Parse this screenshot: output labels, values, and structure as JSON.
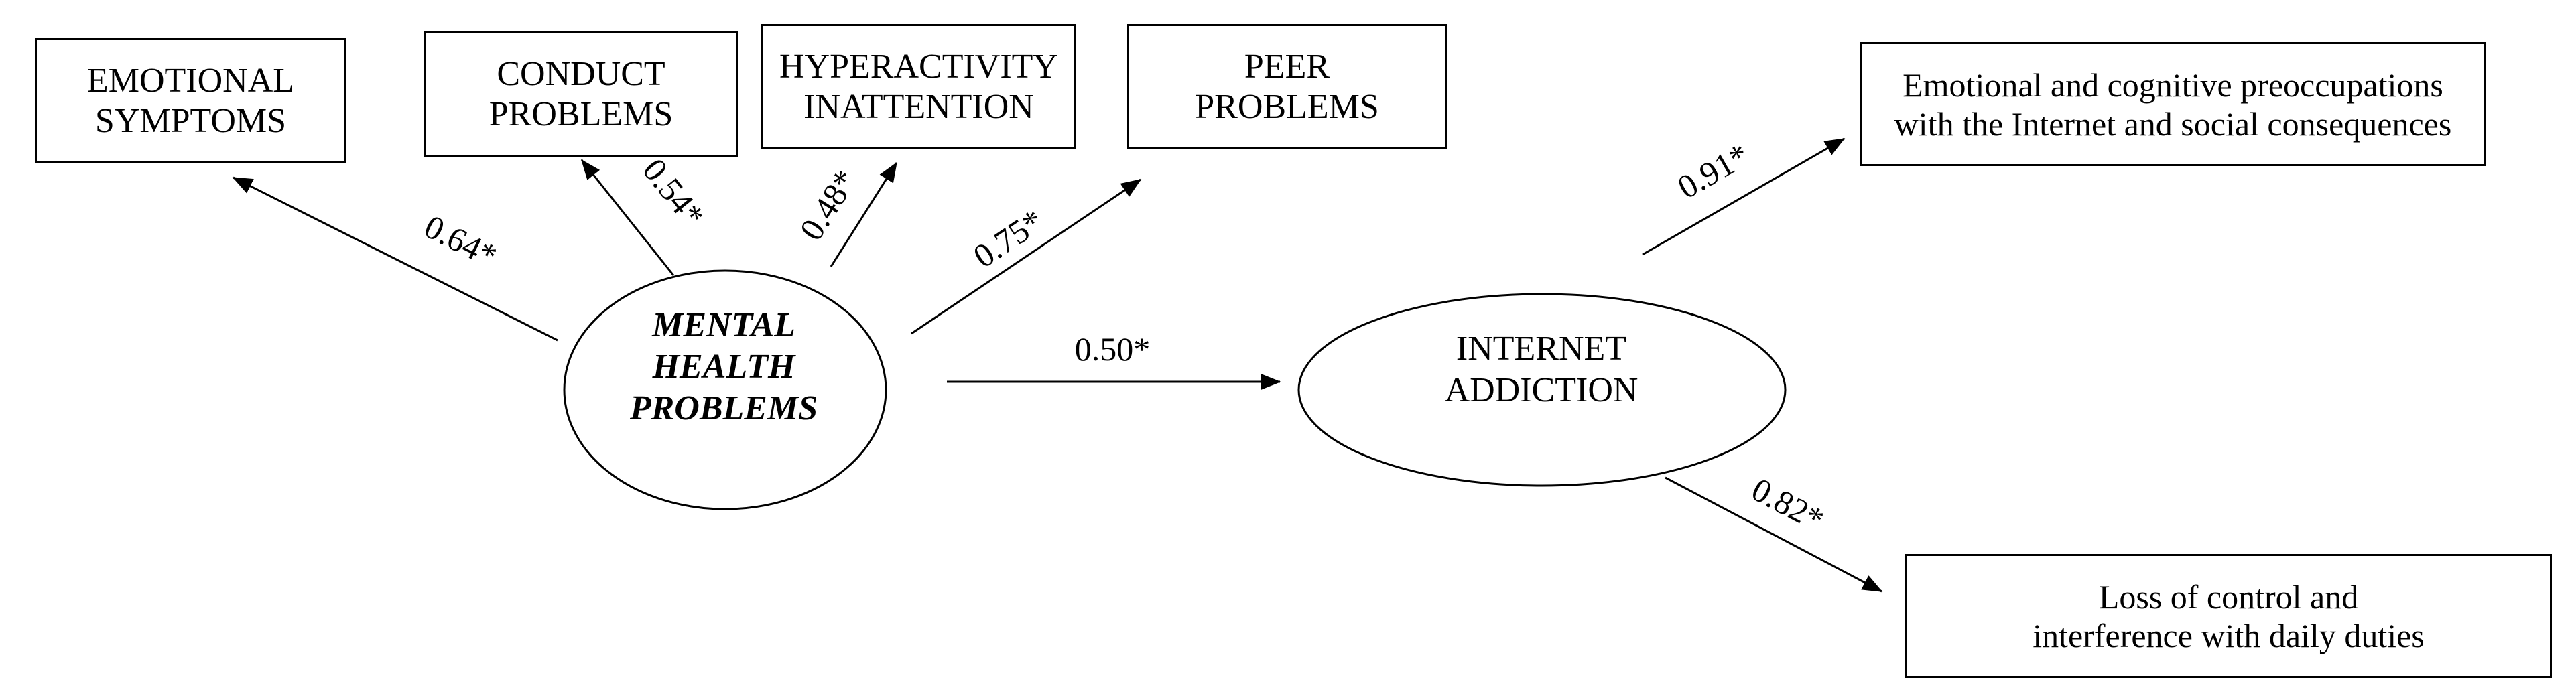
{
  "nodes": {
    "emotional_symptoms": "EMOTIONAL\nSYMPTOMS",
    "conduct_problems": "CONDUCT\nPROBLEMS",
    "hyperactivity": "HYPERACTIVITY\nINATTENTION",
    "peer_problems": "PEER\nPROBLEMS",
    "mental_health": "MENTAL\nHEALTH\nPROBLEMS",
    "internet_addiction": "INTERNET\nADDICTION",
    "preoccupations": "Emotional and cognitive preoccupations\nwith the Internet and social consequences",
    "loss_of_control": "Loss of control and\ninterference with daily duties"
  },
  "coefficients": {
    "emotional": "0.64*",
    "conduct": "0.54*",
    "hyperactivity": "0.48*",
    "peer": "0.75*",
    "mh_to_ia": "0.50*",
    "preoccupations": "0.91*",
    "loss_of_control": "0.82*"
  }
}
